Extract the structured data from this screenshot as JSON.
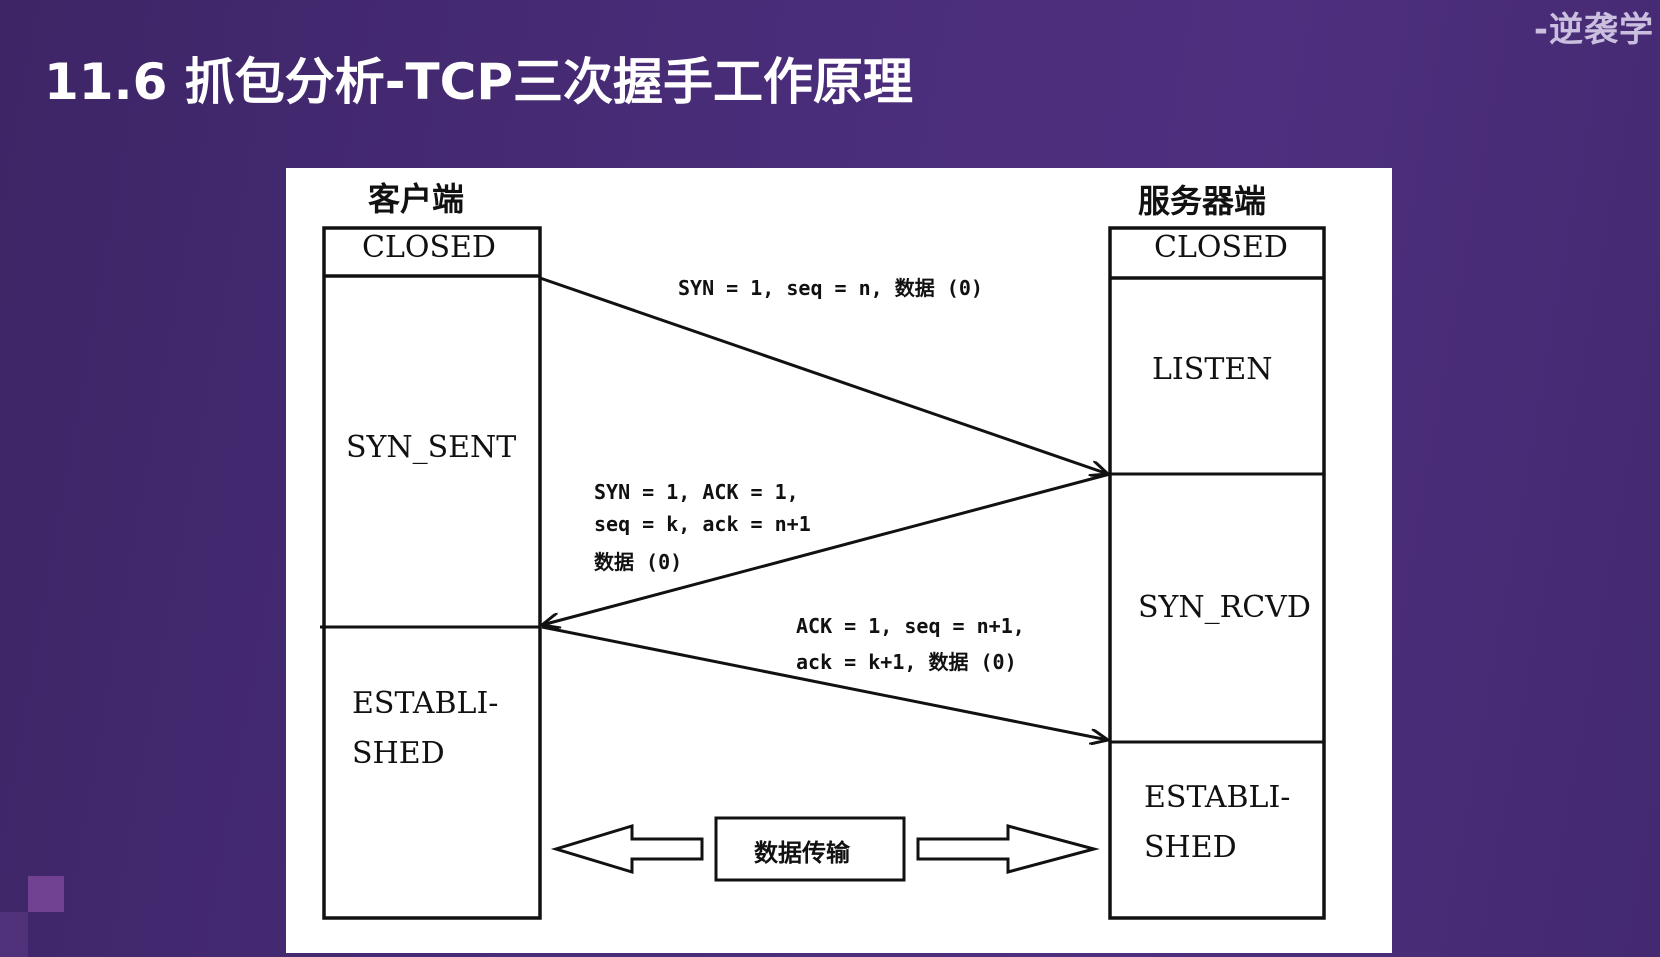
{
  "watermark": "-逆袭学",
  "slide_title": "11.6 抓包分析-TCP三次握手工作原理",
  "client": {
    "header": "客户端",
    "states": [
      "CLOSED",
      "SYN_SENT",
      "ESTABLI-",
      "SHED"
    ]
  },
  "server": {
    "header": "服务器端",
    "states": [
      "CLOSED",
      "LISTEN",
      "SYN_RCVD",
      "ESTABLI-",
      "SHED"
    ]
  },
  "messages": {
    "syn": "SYN = 1, seq = n, 数据 (0)",
    "synack_1": "SYN = 1, ACK = 1,",
    "synack_2": "seq = k, ack = n+1",
    "synack_3": "数据 (0)",
    "ack_1": "ACK = 1, seq = n+1,",
    "ack_2": "ack = k+1, 数据 (0)"
  },
  "data_transfer": "数据传输"
}
